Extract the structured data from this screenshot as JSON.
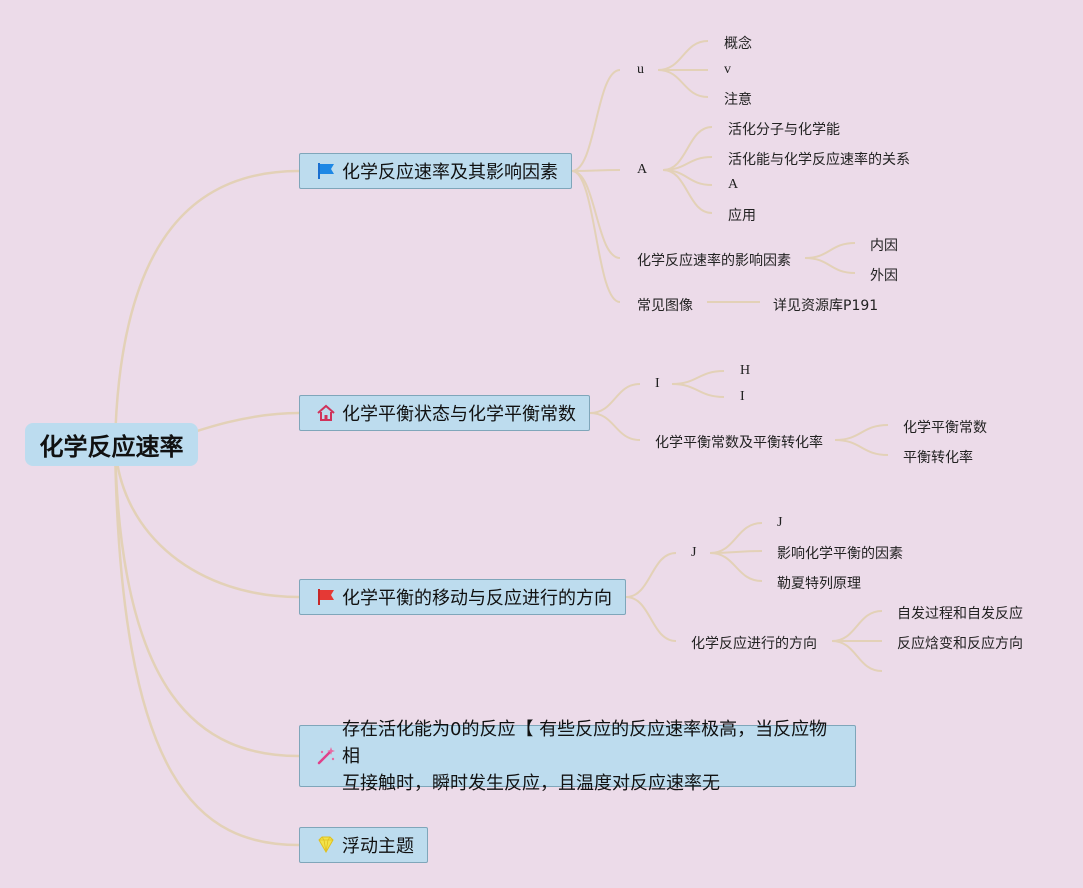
{
  "root": {
    "label": "化学反应速率"
  },
  "topics": [
    {
      "label": "化学反应速率及其影响因素",
      "icon": "blue-flag-icon",
      "children": [
        {
          "label": "u",
          "children": [
            "概念",
            "v",
            "注意"
          ]
        },
        {
          "label": "A",
          "children": [
            "活化分子与化学能",
            "活化能与化学反应速率的关系",
            "A",
            "应用"
          ]
        },
        {
          "label": "化学反应速率的影响因素",
          "children": [
            "内因",
            "外因"
          ]
        },
        {
          "label": "常见图像",
          "children": [
            "详见资源库P191"
          ]
        }
      ]
    },
    {
      "label": "化学平衡状态与化学平衡常数",
      "icon": "house-icon",
      "children": [
        {
          "label": "I",
          "children": [
            "H",
            "I"
          ]
        },
        {
          "label": "化学平衡常数及平衡转化率",
          "children": [
            "化学平衡常数",
            "平衡转化率"
          ]
        }
      ]
    },
    {
      "label": "化学平衡的移动与反应进行的方向",
      "icon": "red-flag-icon",
      "children": [
        {
          "label": "J",
          "children": [
            "J",
            "影响化学平衡的因素",
            "勒夏特列原理"
          ]
        },
        {
          "label": "化学反应进行的方向",
          "children": [
            "自发过程和自发反应",
            "反应焓变和反应方向",
            ""
          ]
        }
      ]
    },
    {
      "label_line1": "存在活化能为0的反应【 有些反应的反应速率极高，当反应物相",
      "label_line2": "互接触时，瞬时发生反应，且温度对反应速率无",
      "icon": "magic-wand-icon"
    },
    {
      "label": "浮动主题",
      "icon": "lightbulb-icon"
    }
  ],
  "colors": {
    "background": "#ecdbe9",
    "node_fill": "#bddcee",
    "node_border": "#7fa6ba",
    "connector": "#e3d1b7"
  }
}
